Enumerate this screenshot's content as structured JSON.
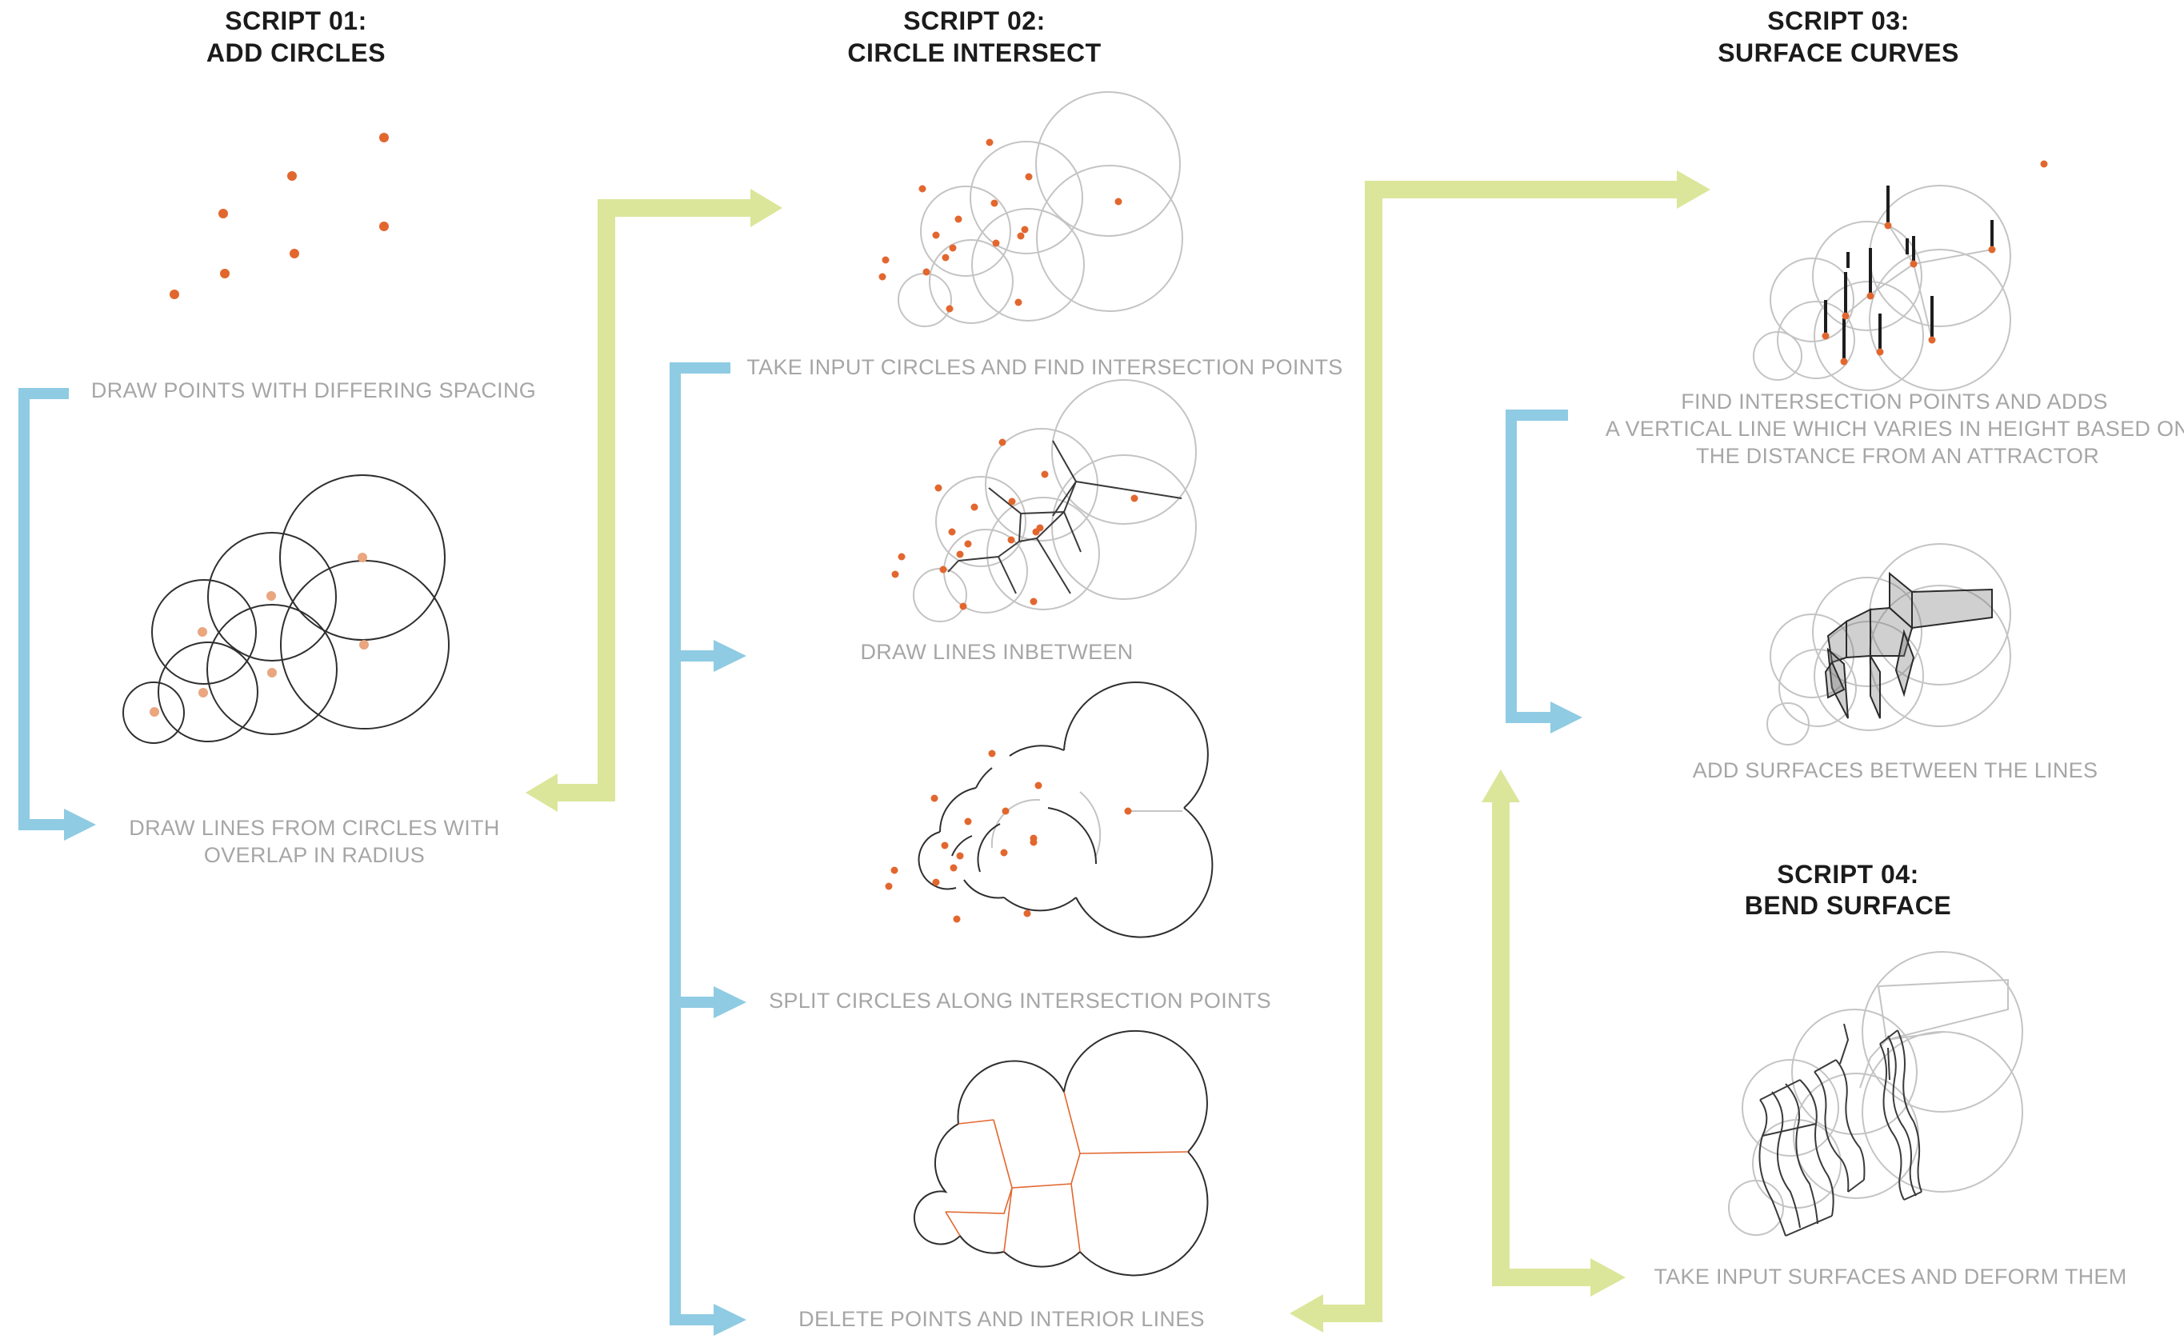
{
  "scripts": [
    {
      "label": "SCRIPT 01:",
      "name": "ADD CIRCLES"
    },
    {
      "label": "SCRIPT 02:",
      "name": "CIRCLE INTERSECT"
    },
    {
      "label": "SCRIPT 03:",
      "name": "SURFACE CURVES"
    },
    {
      "label": "SCRIPT 04:",
      "name": "BEND SURFACE"
    }
  ],
  "captions": {
    "s1_points": "DRAW POINTS WITH DIFFERING SPACING",
    "s1_circles_l1": "DRAW LINES FROM CIRCLES WITH",
    "s1_circles_l2": "OVERLAP IN RADIUS",
    "s2_intersect": "TAKE INPUT CIRCLES AND FIND INTERSECTION POINTS",
    "s2_lines": "DRAW LINES INBETWEEN",
    "s2_split": "SPLIT CIRCLES ALONG INTERSECTION POINTS",
    "s2_delete": "DELETE POINTS AND INTERIOR LINES",
    "s3_find_l1": "FIND INTERSECTION POINTS AND ADDS",
    "s3_find_l2": "A VERTICAL LINE WHICH VARIES IN HEIGHT BASED ON",
    "s3_find_l3": "THE DISTANCE FROM AN ATTRACTOR",
    "s3_surfaces": "ADD SURFACES BETWEEN THE LINES",
    "s4_deform": "TAKE INPUT SURFACES AND DEFORM THEM"
  },
  "colors": {
    "points": "#e2672e",
    "blue_flow": "#8fcbe3",
    "green_flow": "#dbe69a",
    "caption_text": "#a6a6a6"
  }
}
